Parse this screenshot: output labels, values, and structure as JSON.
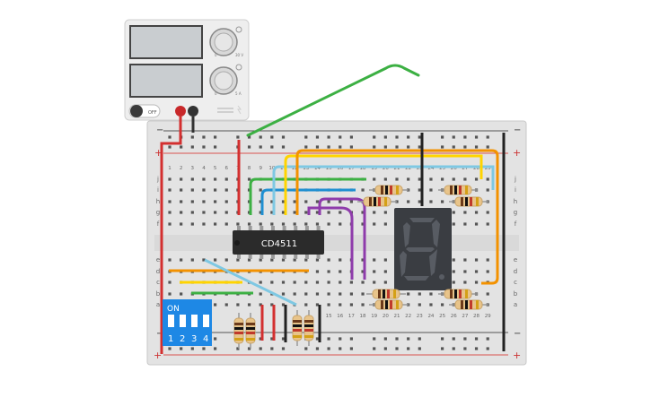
{
  "power_supply": {
    "display_top": "",
    "display_bottom": "",
    "knob_top_min": "0",
    "knob_top_max": "30 V",
    "knob_bottom_min": "0",
    "knob_bottom_max": "5 A",
    "off_label": "OFF",
    "terminal_positive_color": "#c8282a",
    "terminal_negative_color": "#333333"
  },
  "breadboard": {
    "rail_plus": "+",
    "rail_minus": "−",
    "top_rows": [
      "j",
      "i",
      "h",
      "g",
      "f"
    ],
    "bottom_rows": [
      "e",
      "d",
      "c",
      "b",
      "a"
    ],
    "top_columns": [
      "1",
      "2",
      "3",
      "4",
      "5",
      "6",
      "7",
      "8",
      "9",
      "10",
      "11",
      "12",
      "13",
      "14",
      "15",
      "16",
      "17",
      "18",
      "19",
      "20",
      "21",
      "22",
      "23",
      "24",
      "25",
      "26",
      "27",
      "28",
      "29"
    ],
    "bottom_columns": [
      "15",
      "16",
      "17",
      "18",
      "19",
      "20",
      "21",
      "22",
      "23",
      "24",
      "25",
      "26",
      "27",
      "28",
      "29"
    ]
  },
  "ic": {
    "label": "CD4511"
  },
  "dip_switch": {
    "label": "ON",
    "positions": [
      "1",
      "2",
      "3",
      "4"
    ]
  },
  "seven_segment": {
    "digit": "8"
  },
  "colors": {
    "board": "#e3e3e3",
    "rail_red": "#d9534f",
    "rail_blue": "#555555",
    "wire_green": "#3cb043",
    "wire_red": "#d32f2f",
    "wire_orange": "#f39200",
    "wire_yellow": "#ffd400",
    "wire_cyan": "#7ec8e3",
    "wire_blue": "#1f8fd1",
    "wire_purple": "#8e3bab",
    "wire_black": "#222222",
    "dip_blue": "#1e88e5"
  }
}
